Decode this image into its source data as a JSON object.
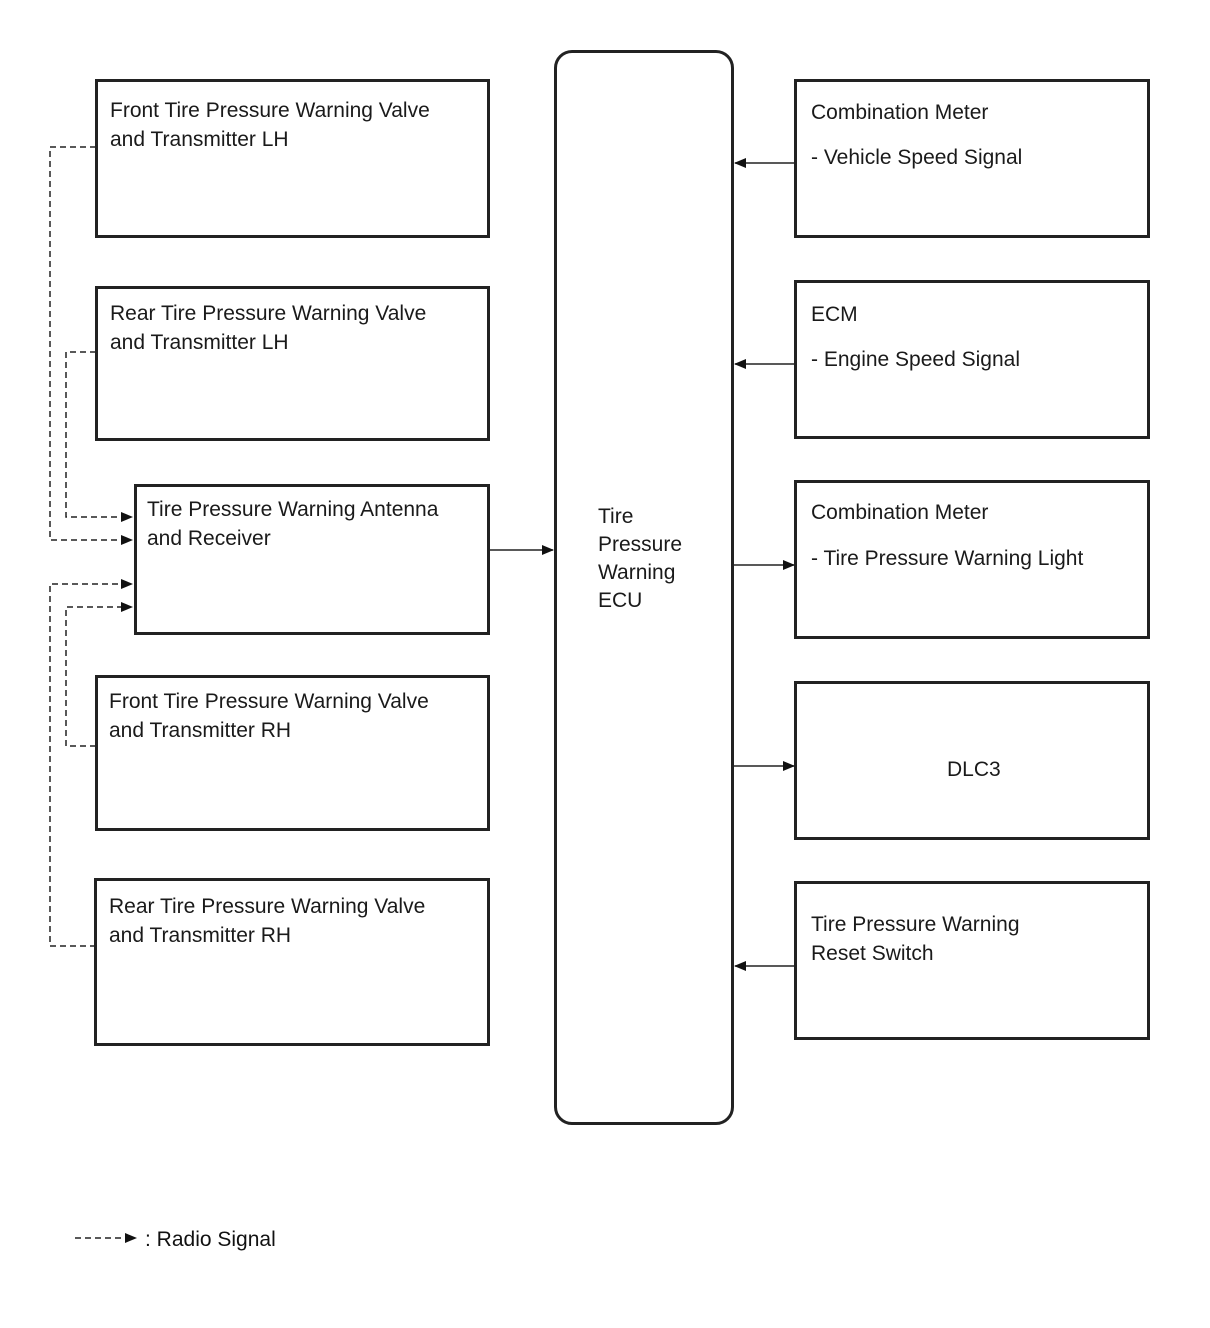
{
  "left_boxes": {
    "front_lh": {
      "line1": "Front Tire Pressure Warning Valve",
      "line2": "and Transmitter LH"
    },
    "rear_lh": {
      "line1": "Rear Tire Pressure Warning Valve",
      "line2": "and Transmitter LH"
    },
    "antenna": {
      "line1": "Tire Pressure Warning Antenna",
      "line2": "and Receiver"
    },
    "front_rh": {
      "line1": "Front Tire Pressure Warning Valve",
      "line2": "and Transmitter RH"
    },
    "rear_rh": {
      "line1": "Rear Tire Pressure Warning Valve",
      "line2": "and Transmitter RH"
    }
  },
  "ecu": {
    "line1": "Tire",
    "line2": "Pressure",
    "line3": "Warning",
    "line4": "ECU"
  },
  "right_boxes": {
    "meter_speed": {
      "title": "Combination Meter",
      "signal": "- Vehicle Speed Signal"
    },
    "ecm": {
      "title": "ECM",
      "signal": "- Engine Speed Signal"
    },
    "meter_light": {
      "title": "Combination Meter",
      "signal": "- Tire Pressure Warning Light"
    },
    "dlc3": {
      "title": "DLC3"
    },
    "reset_switch": {
      "line1": "Tire Pressure Warning",
      "line2": "Reset Switch"
    }
  },
  "legend": {
    "text": ": Radio Signal"
  }
}
